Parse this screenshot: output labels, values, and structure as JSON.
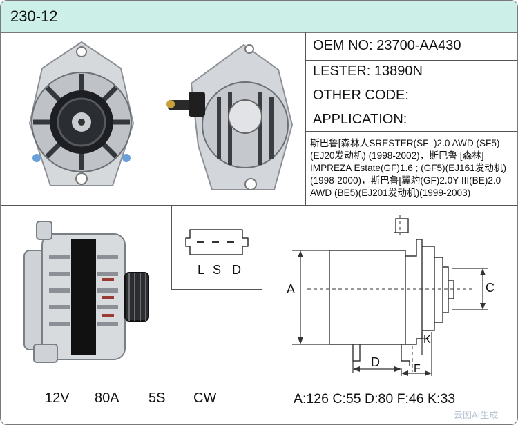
{
  "header": {
    "title": "230-12"
  },
  "info": {
    "oem_no": "OEM NO: 23700-AA430",
    "lester": "LESTER:  13890N",
    "other_code": "OTHER CODE:",
    "application_label": "APPLICATION:",
    "application_lines": [
      "斯巴鲁[森林人SRESTER(SF_)2.0 AWD (SF5)",
      "(EJ20发动机) (1998-2002)，斯巴鲁 [森林]",
      "IMPREZA Estate(GF)1.6 ; (GF5)(EJ161发动机)",
      "(1998-2000)，斯巴鲁[翼豹(GF)2.0Y III(BE)2.0",
      "AWD (BE5)(EJ201发动机)(1999-2003)"
    ]
  },
  "connector": {
    "pins": [
      "L",
      "S",
      "D"
    ]
  },
  "specs": {
    "voltage": "12V",
    "current": "80A",
    "pulley": "5S",
    "rotation": "CW"
  },
  "dimensions": {
    "labels": {
      "a": "A",
      "c": "C",
      "d": "D",
      "f": "F",
      "k": "K"
    },
    "summary": "A:126 C:55 D:80 F:46 K:33"
  },
  "watermark": "云图AI生成"
}
